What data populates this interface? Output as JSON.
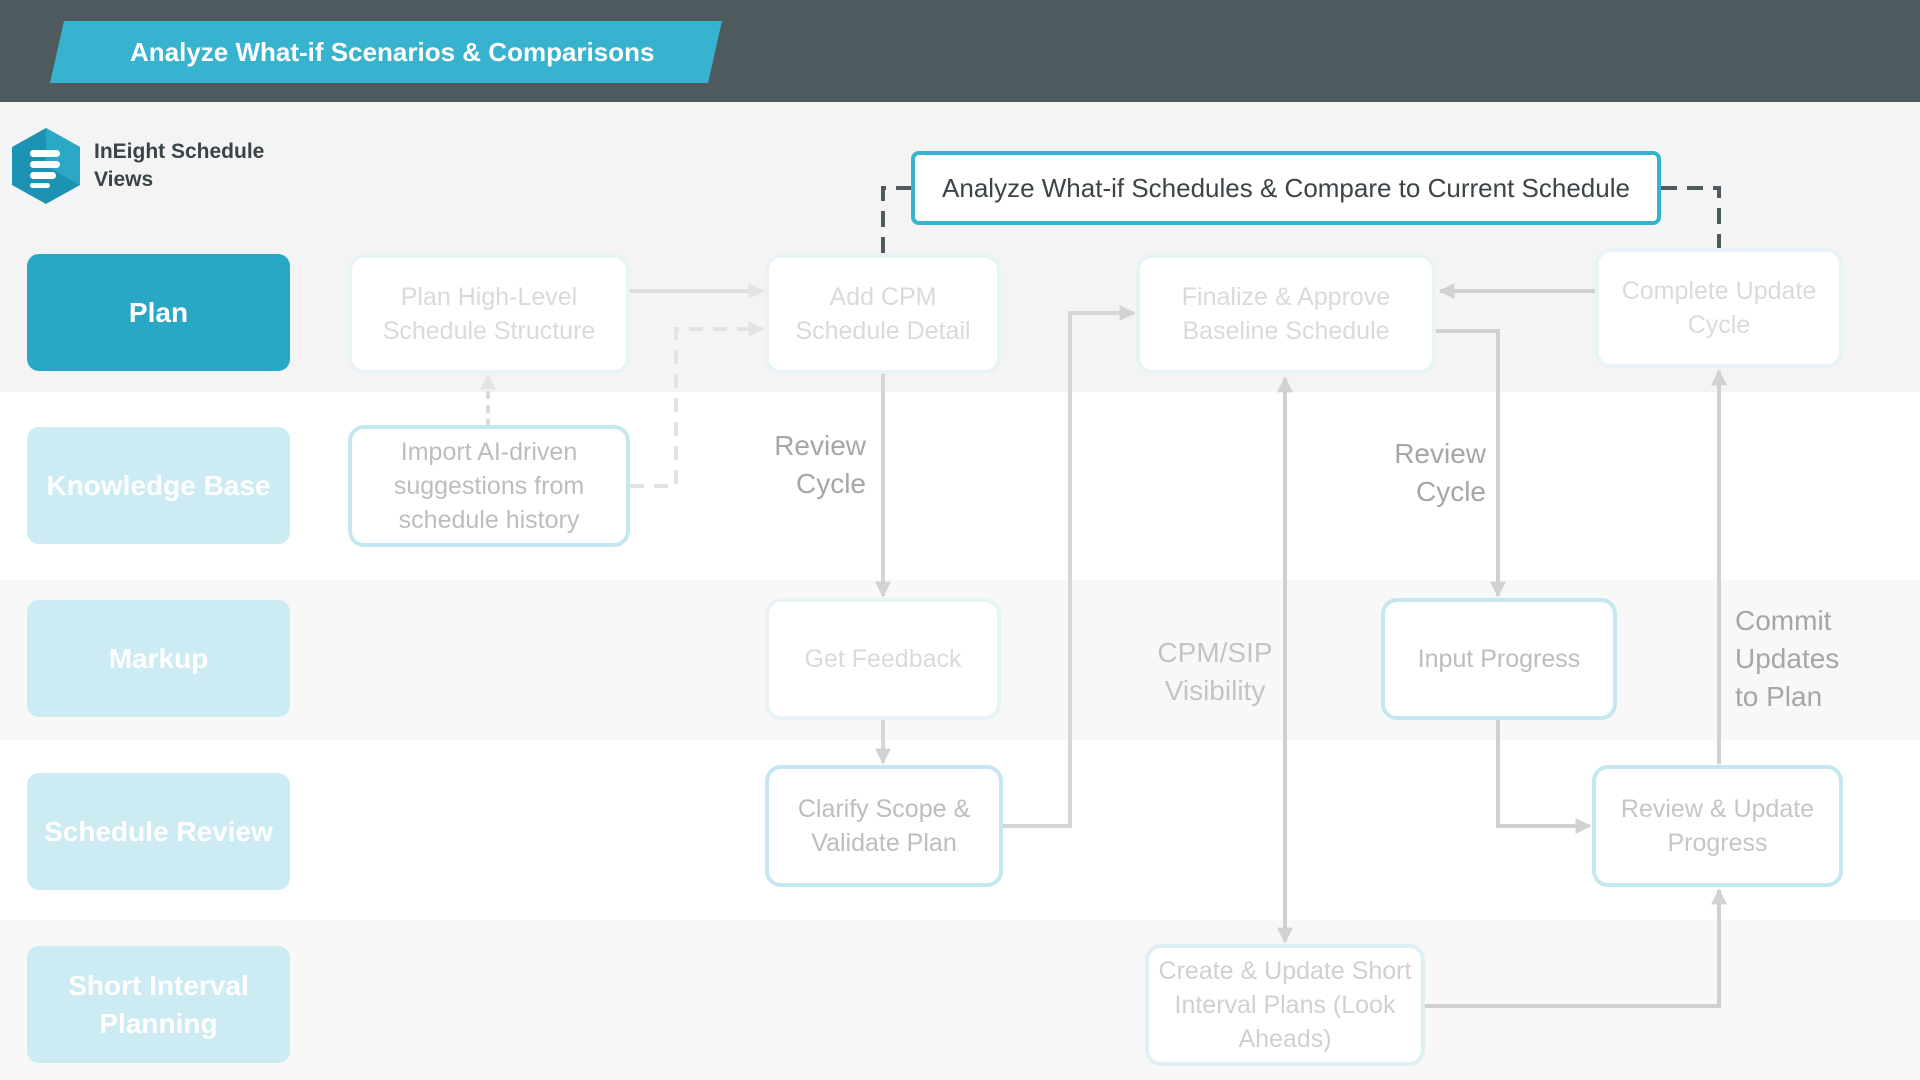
{
  "header": {
    "title": "Analyze What-if Scenarios & Comparisons",
    "colors": {
      "bar": "#4f5a5e",
      "banner": "#37b2cf"
    }
  },
  "brand": {
    "name": "InEight Schedule Views",
    "icon": "schedule-views-hexagon-icon"
  },
  "lanes": [
    {
      "label": "Plan",
      "active": true
    },
    {
      "label": "Knowledge Base",
      "active": false
    },
    {
      "label": "Markup",
      "active": false
    },
    {
      "label": "Schedule Review",
      "active": false
    },
    {
      "label": "Short Interval Planning",
      "active": false
    }
  ],
  "focus_step": "Analyze What-if Schedules & Compare to Current Schedule",
  "steps": {
    "plan_structure": "Plan High-Level Schedule Structure",
    "add_cpm": "Add CPM Schedule Detail",
    "finalize": "Finalize & Approve Baseline Schedule",
    "complete": "Complete Update Cycle",
    "import_ai": "Import AI-driven suggestions from schedule history",
    "get_feedback": "Get Feedback",
    "input_progress": "Input Progress",
    "clarify": "Clarify Scope & Validate Plan",
    "review_update": "Review & Update Progress",
    "create_sip": "Create & Update Short Interval Plans (Look Aheads)"
  },
  "labels": {
    "review_cycle_1": "Review Cycle",
    "review_cycle_2": "Review Cycle",
    "cpm_sip": "CPM/SIP Visibility",
    "commit": "Commit Updates to Plan"
  },
  "colors": {
    "accent": "#37b2cf",
    "lane_active": "#29a8c6",
    "lane_inactive": "#cdebf2",
    "connector": "#d0d0d0"
  }
}
